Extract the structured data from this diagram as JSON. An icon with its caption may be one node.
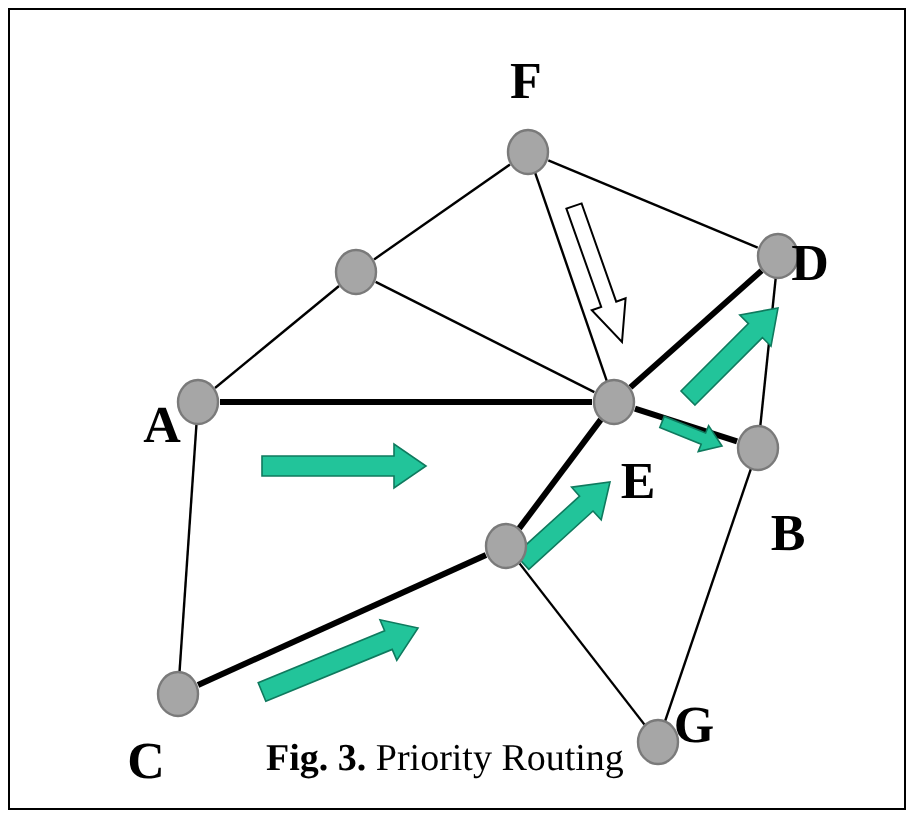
{
  "diagram": {
    "caption": "**Fig. 3.** Priority Routing",
    "nodes": [
      {
        "text": [],
        "shape": "circle",
        "beside": [
          "F"
        ]
      },
      {
        "text": [],
        "shape": "circle",
        "beside": [
          "D"
        ]
      },
      {
        "text": [],
        "shape": "circle"
      },
      {
        "text": [],
        "shape": "circle",
        "beside": [
          "A"
        ]
      },
      {
        "text": [],
        "shape": "circle",
        "beside": [
          "E"
        ]
      },
      {
        "text": [],
        "shape": "circle",
        "beside": [
          "B"
        ]
      },
      {
        "text": [],
        "shape": "circle"
      },
      {
        "text": [],
        "shape": "circle",
        "beside": [
          "C"
        ]
      },
      {
        "text": [],
        "shape": "circle",
        "beside": [
          "G"
        ]
      }
    ],
    "edges": [
      {
        "from": 0,
        "to": 2,
        "arrow": "none"
      },
      {
        "from": 0,
        "to": 1,
        "arrow": "none"
      },
      {
        "from": 0,
        "to": 4,
        "arrow": "none"
      },
      {
        "from": 2,
        "to": 3,
        "arrow": "none"
      },
      {
        "from": 2,
        "to": 4,
        "arrow": "none"
      },
      {
        "from": 3,
        "to": 4,
        "arrow": "none",
        "style": "thick"
      },
      {
        "from": 4,
        "to": 1,
        "arrow": "none",
        "style": "thick"
      },
      {
        "from": 4,
        "to": 5,
        "arrow": "none",
        "style": "thick"
      },
      {
        "from": 1,
        "to": 5,
        "arrow": "none"
      },
      {
        "from": 3,
        "to": 7,
        "arrow": "none"
      },
      {
        "from": 4,
        "to": 6,
        "arrow": "none",
        "style": "thick"
      },
      {
        "from": 7,
        "to": 6,
        "arrow": "none",
        "style": "thick"
      },
      {
        "from": 6,
        "to": 8,
        "arrow": "none"
      },
      {
        "from": 5,
        "to": 8,
        "arrow": "none"
      }
    ]
  }
}
